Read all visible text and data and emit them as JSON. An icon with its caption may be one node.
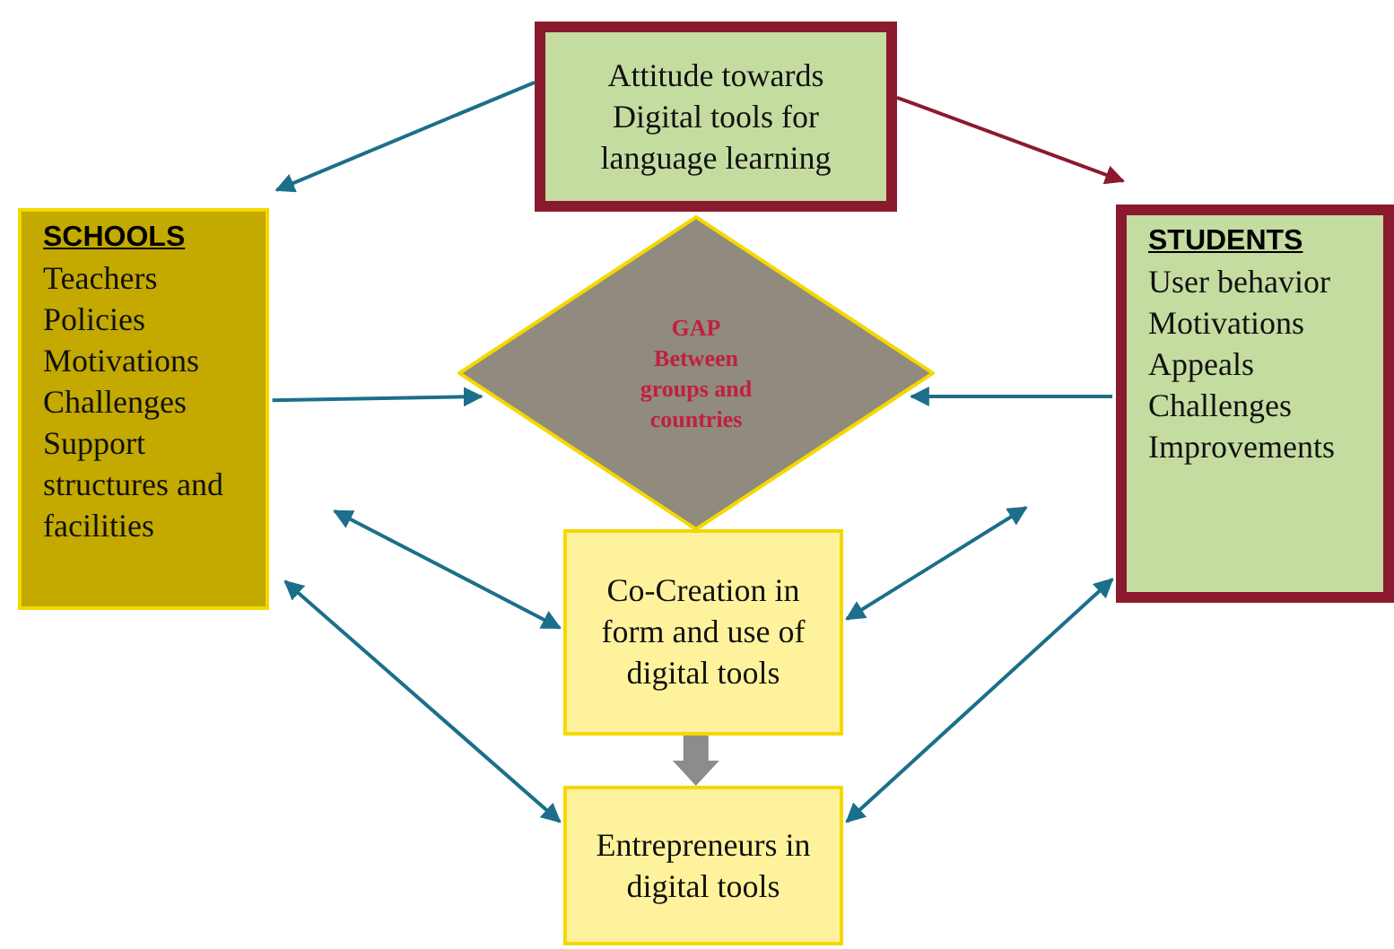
{
  "diagram": {
    "nodes": [
      {
        "text": [
          "Attitude towards Digital tools for language learning"
        ]
      },
      {
        "text": [
          "SCHOOLS",
          "Teachers Policies Motivations Challenges Support structures and facilities"
        ]
      },
      {
        "text": [
          "GAP",
          "Between groups and countries"
        ]
      },
      {
        "text": [
          "STUDENTS",
          "User behavior Motivations Appeals Challenges Improvements"
        ]
      },
      {
        "text": [
          "Co-Creation in form and use of digital tools"
        ]
      },
      {
        "text": [
          "Entrepreneurs in digital tools"
        ]
      }
    ],
    "edges": [
      {
        "from": 0,
        "to": 1,
        "arrow": "to"
      },
      {
        "from": 0,
        "to": 3,
        "arrow": "to",
        "color": "#8b1a2e"
      },
      {
        "from": 1,
        "to": 2,
        "arrow": "to"
      },
      {
        "from": 3,
        "to": 2,
        "arrow": "to"
      },
      {
        "from": 1,
        "to": 4,
        "arrow": "both"
      },
      {
        "from": 3,
        "to": 4,
        "arrow": "both"
      },
      {
        "from": 4,
        "to": 5,
        "arrow": "to",
        "style": "thick",
        "color": "#8c8c8c"
      },
      {
        "from": 1,
        "to": 5,
        "arrow": "both"
      },
      {
        "from": 3,
        "to": 5,
        "arrow": "both"
      }
    ]
  }
}
